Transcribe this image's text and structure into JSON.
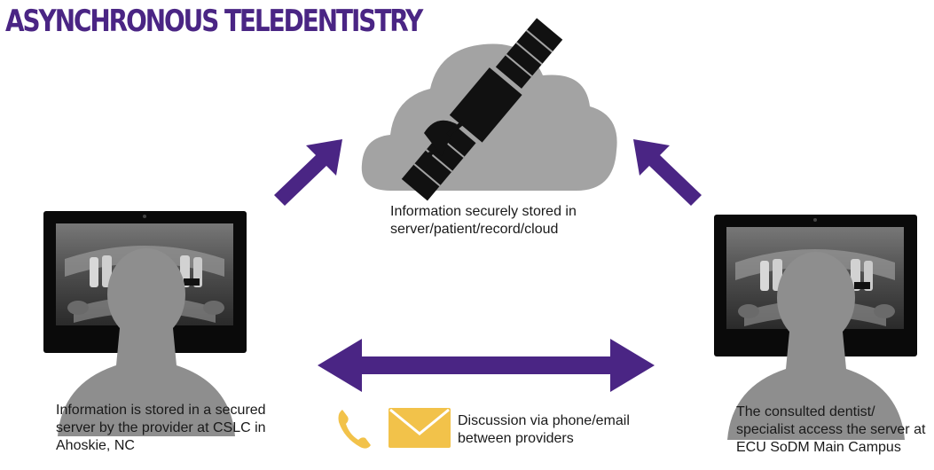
{
  "title": "ASYNCHRONOUS TELEDENTISTRY",
  "cloud_label": "Information securely stored in server/patient/record/cloud",
  "left_label": "Information is stored in a secured server by the provider at CSLC in Ahoskie, NC",
  "right_label": "The consulted dentist/ specialist access the server at ECU SoDM Main Campus",
  "discussion_label": "Discussion via phone/email between providers",
  "icons": [
    "satellite-icon",
    "cloud-icon",
    "monitor-icon",
    "person-silhouette-icon",
    "dental-xray-image",
    "phone-icon",
    "email-icon",
    "arrow-icon"
  ],
  "colors": {
    "title": "#4a2584",
    "arrow": "#4a2584",
    "cloud": "#a3a3a3",
    "silhouette": "#8e8e8e",
    "icon_yellow": "#f2c24a"
  }
}
